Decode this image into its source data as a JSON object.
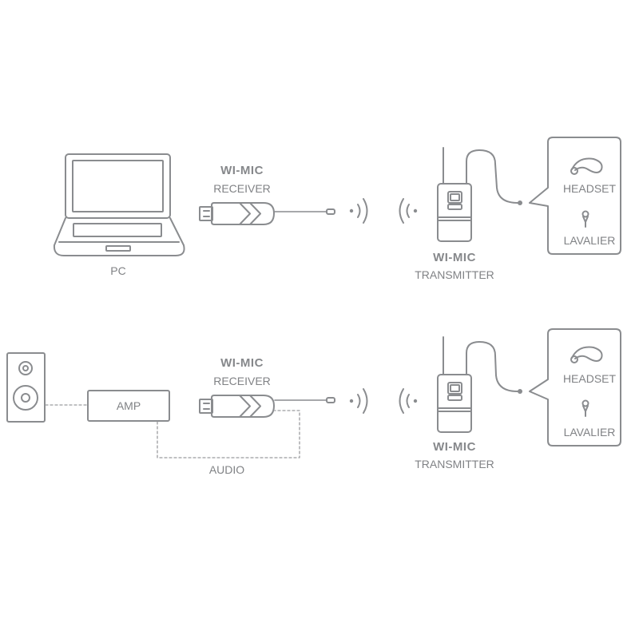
{
  "rows": [
    {
      "source": {
        "label": "PC"
      },
      "receiver": {
        "title": "WI-MIC",
        "subtitle": "RECEIVER"
      },
      "transmitter": {
        "title": "WI-MIC",
        "subtitle": "TRANSMITTER"
      },
      "mics": {
        "headset": "HEADSET",
        "lavalier": "LAVALIER"
      }
    },
    {
      "source": {
        "label": "AMP",
        "cable": "AUDIO"
      },
      "receiver": {
        "title": "WI-MIC",
        "subtitle": "RECEIVER"
      },
      "transmitter": {
        "title": "WI-MIC",
        "subtitle": "TRANSMITTER"
      },
      "mics": {
        "headset": "HEADSET",
        "lavalier": "LAVALIER"
      }
    }
  ],
  "colors": {
    "stroke": "#8a8c8f",
    "text": "#808285",
    "dash": "#9a9c9f"
  }
}
